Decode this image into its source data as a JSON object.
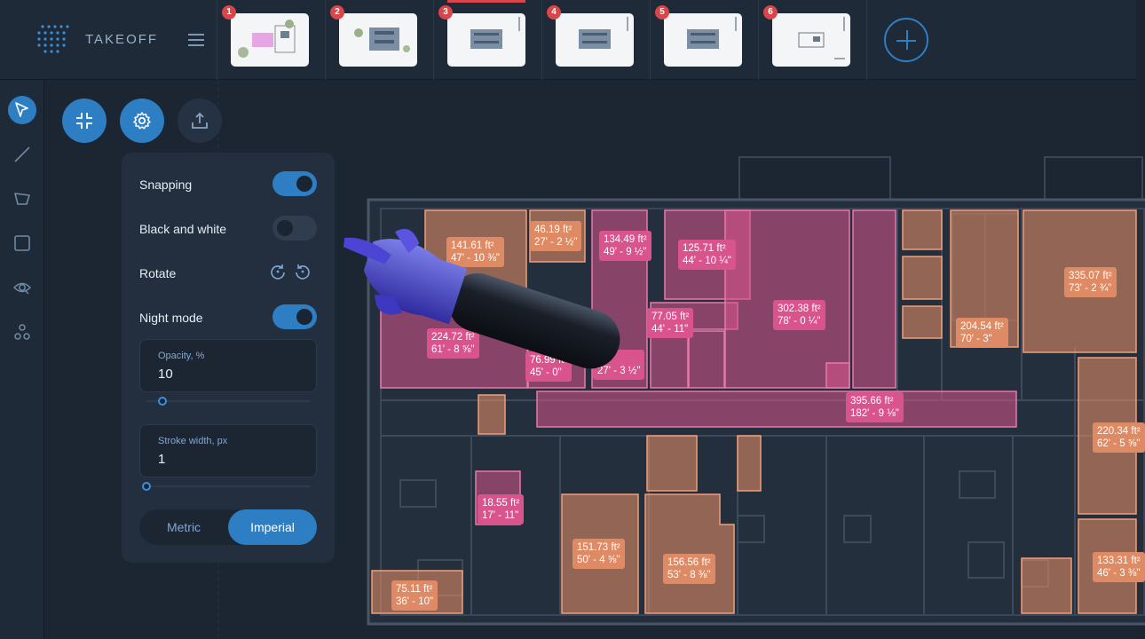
{
  "app": {
    "brand": "TAKEOFF"
  },
  "pages": [
    {
      "num": "1",
      "active": false
    },
    {
      "num": "2",
      "active": false
    },
    {
      "num": "3",
      "active": true
    },
    {
      "num": "4",
      "active": false
    },
    {
      "num": "5",
      "active": false
    },
    {
      "num": "6",
      "active": false
    }
  ],
  "tools": [
    "select-tool",
    "line-tool",
    "area-tool",
    "rectangle-tool",
    "visibility-tool",
    "groups-tool"
  ],
  "settings": {
    "snapping_label": "Snapping",
    "snapping_on": true,
    "bw_label": "Black and white",
    "bw_on": false,
    "rotate_label": "Rotate",
    "night_label": "Night mode",
    "night_on": true,
    "opacity_label": "Opacity, %",
    "opacity_value": "10",
    "stroke_label": "Stroke width, px",
    "stroke_value": "1",
    "unit_metric": "Metric",
    "unit_imperial": "Imperial",
    "selected_unit": "Imperial"
  },
  "measurements": [
    {
      "area": "141.61 ft²",
      "length": "47' - 10 ⅜\"",
      "color": "orange"
    },
    {
      "area": "46.19 ft²",
      "length": "27' - 2 ½\"",
      "color": "orange"
    },
    {
      "area": "134.49 ft²",
      "length": "49' - 9 ½\"",
      "color": "pink"
    },
    {
      "area": "125.71 ft²",
      "length": "44' - 10 ¼\"",
      "color": "pink"
    },
    {
      "area": "302.38 ft²",
      "length": "78' - 0 ¼\"",
      "color": "pink"
    },
    {
      "area": "77.05 ft²",
      "length": "44' - 11\"",
      "color": "pink"
    },
    {
      "area": "224.72 ft²",
      "length": "61' - 8 ⅝\"",
      "color": "pink"
    },
    {
      "area": "76.99 ft²",
      "length": "45' - 0\"",
      "color": "pink"
    },
    {
      "area": "ft²",
      "length": "27' - 3 ½\"",
      "color": "pink"
    },
    {
      "area": "204.54 ft²",
      "length": "70' - 3\"",
      "color": "orange"
    },
    {
      "area": "335.07 ft²",
      "length": "73' - 2 ¾\"",
      "color": "orange"
    },
    {
      "area": "395.66 ft²",
      "length": "182' - 9 ⅛\"",
      "color": "pink"
    },
    {
      "area": "220.34 ft²",
      "length": "62' - 5 ⅝\"",
      "color": "orange"
    },
    {
      "area": "18.55 ft²",
      "length": "17' - 11\"",
      "color": "pink"
    },
    {
      "area": "151.73 ft²",
      "length": "50' - 4 ⅝\"",
      "color": "orange"
    },
    {
      "area": "156.56 ft²",
      "length": "53' - 8 ⅜\"",
      "color": "orange"
    },
    {
      "area": "133.31 ft²",
      "length": "46' - 3 ⅜\"",
      "color": "orange"
    },
    {
      "area": "75.11 ft²",
      "length": "36' - 10\"",
      "color": "orange"
    }
  ],
  "colors": {
    "accent": "#2e7ec4",
    "pink": "#d9548d",
    "orange": "#de8a64",
    "badge": "#d9464a"
  }
}
